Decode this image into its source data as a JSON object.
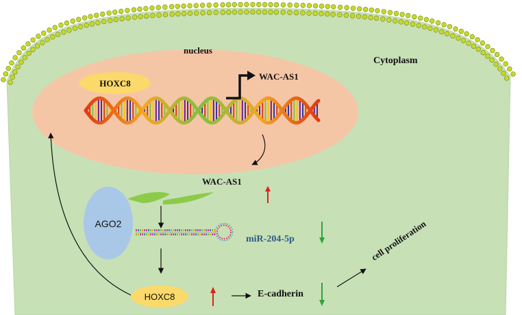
{
  "labels": {
    "nucleus": "nucleus",
    "cytoplasm": "Cytoplasm",
    "hoxc8_nucleus": "HOXC8",
    "wac_as1_gene": "WAC-AS1",
    "wac_as1_rna": "WAC-AS1",
    "ago2": "AGO2",
    "mir": "miR-204-5p",
    "hoxc8_protein": "HOXC8",
    "ecadherin": "E-cadherin",
    "cell_proliferation": "cell proliferation"
  },
  "regulation": {
    "wac_as1": "up",
    "mir_204_5p": "down",
    "hoxc8": "up",
    "e_cadherin": "down"
  },
  "colors": {
    "cytoplasm_fill": "#c7e0b6",
    "nucleus_fill": "#f5c6a6",
    "membrane_head": "#c8d82a",
    "hoxc8_fill": "#fbd96a",
    "ago2_fill": "#a9c8e8",
    "mir_text": "#2e5c8a",
    "up_arrow": "#e0201a",
    "down_arrow": "#2ea33a",
    "rna_leaf": "#8ccb4a"
  },
  "icons": {
    "dna": "dna-helix-icon",
    "promoter": "promoter-arrow-icon",
    "mirna": "mirna-hairpin-icon",
    "lncrna": "lncrna-strand-icon"
  }
}
